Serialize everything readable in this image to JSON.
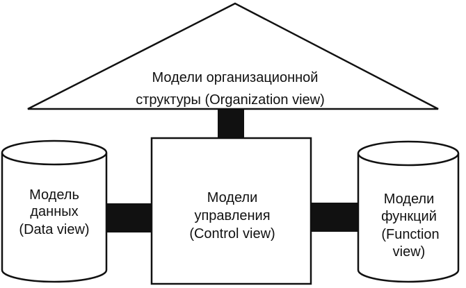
{
  "diagram": {
    "organization_view": {
      "line1": "Модели организационной",
      "line2": "структуры (Organization view)"
    },
    "data_view": {
      "line1": "Модель",
      "line2": "данных",
      "line3": "(Data view)"
    },
    "control_view": {
      "line1": "Модели",
      "line2": "управления",
      "line3": "(Control view)"
    },
    "function_view": {
      "line1": "Модели",
      "line2": "функций",
      "line3": "(Function",
      "line4": "view)"
    }
  },
  "colors": {
    "stroke": "#111111",
    "connector": "#111111",
    "fill": "#ffffff"
  }
}
